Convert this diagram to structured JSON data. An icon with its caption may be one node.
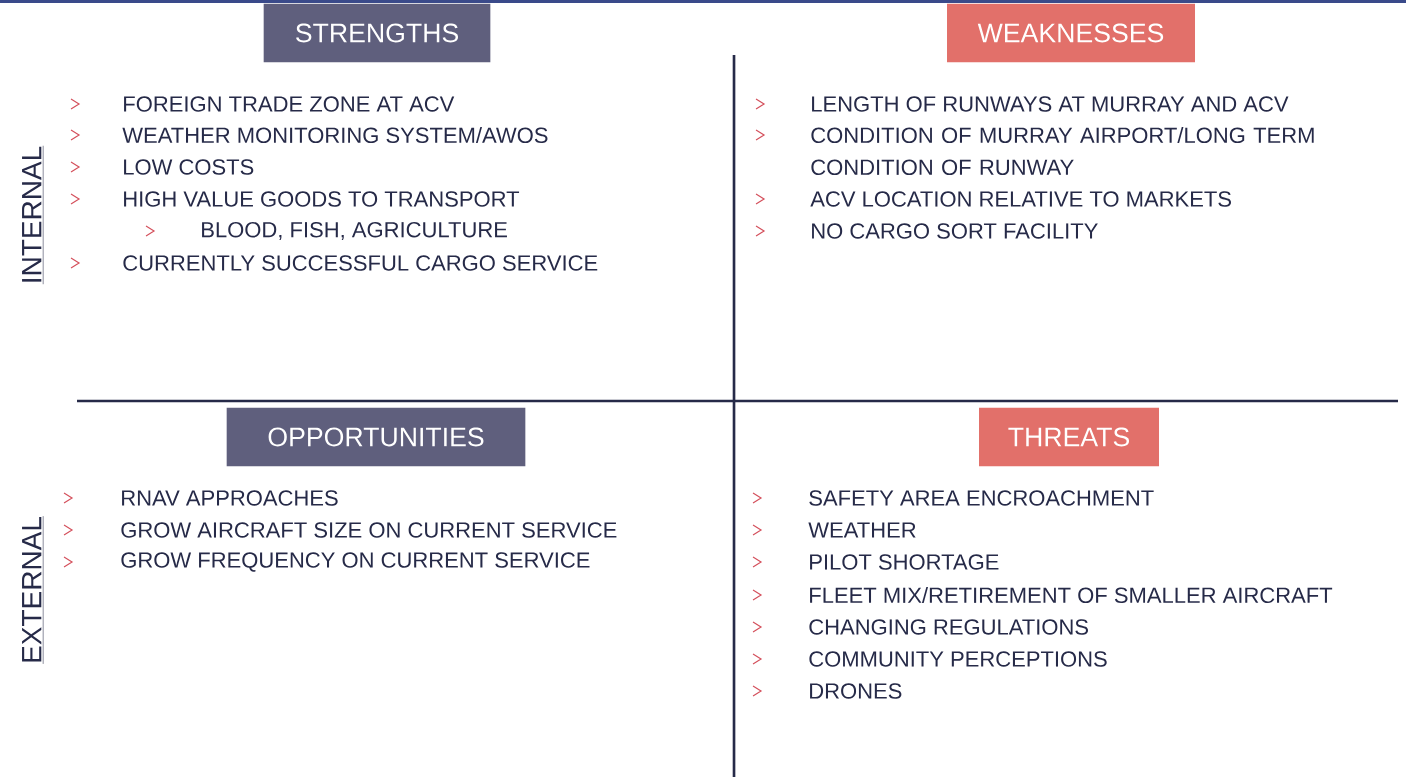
{
  "diagram": {
    "nodes": [
      {
        "text": [
          "STRENGTHS"
        ]
      },
      {
        "text": [
          "WEAKNESSES"
        ]
      },
      {
        "text": [
          "OPPORTUNITIES"
        ]
      },
      {
        "text": [
          "THREATS"
        ]
      }
    ],
    "labels": [
      "INTERNAL",
      "FOREIGN TRADE ZONE AT ACV",
      "WEATHER MONITORING SYSTEM/AWOS",
      "LOW COSTS",
      "HIGH VALUE GOODS TO TRANSPORT",
      "BLOOD, FISH, AGRICULTURE",
      "CURRENTLY SUCCESSFUL CARGO SERVICE",
      "LENGTH OF RUNWAYS AT MURRAY AND ACV",
      "CONDITION OF MURRAY AIRPORT/LONG TERM CONDITION OF RUNWAY",
      "ACV LOCATION RELATIVE TO MARKETS",
      "NO CARGO SORT FACILITY",
      "EXTERNAL",
      "RNAV APPROACHES",
      "GROW AIRCRAFT SIZE ON CURRENT SERVICE",
      "GROW FREQUENCY ON CURRENT SERVICE",
      "SAFETY AREA ENCROACHMENT",
      "WEATHER",
      "PILOT SHORTAGE",
      "FLEET MIX/RETIREMENT OF SMALLER AIRCRAFT",
      "CHANGING REGULATIONS",
      "COMMUNITY PERCEPTIONS",
      "DRONES"
    ]
  }
}
